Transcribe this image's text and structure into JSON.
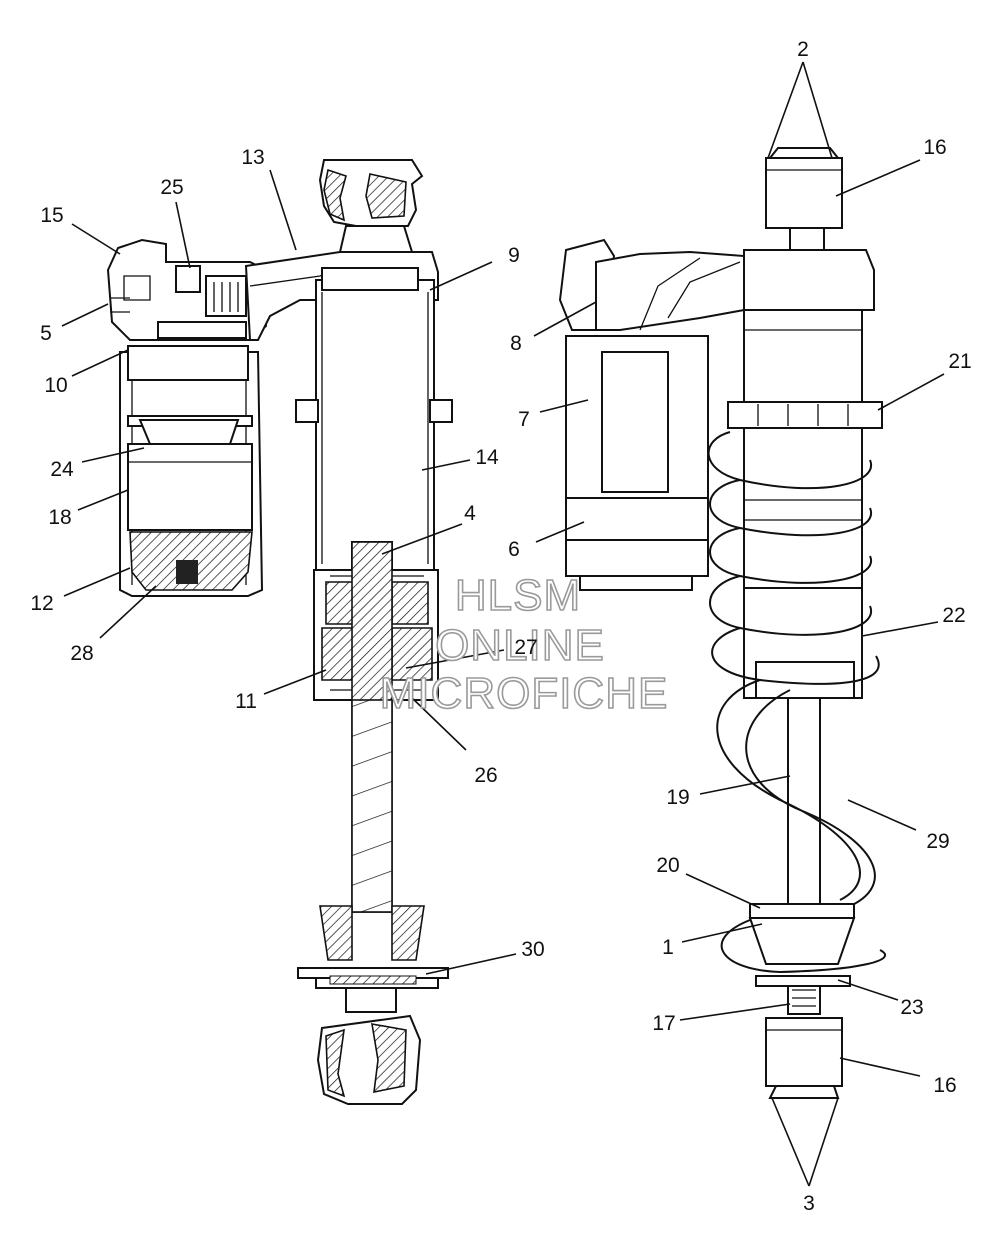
{
  "callouts": [
    "1",
    "2",
    "3",
    "4",
    "5",
    "6",
    "7",
    "8",
    "9",
    "10",
    "11",
    "12",
    "13",
    "14",
    "15",
    "16",
    "16",
    "17",
    "18",
    "19",
    "20",
    "21",
    "22",
    "23",
    "24",
    "25",
    "26",
    "27",
    "28",
    "29",
    "30"
  ],
  "watermark": {
    "line1": "HLSM",
    "line2": "ONLINE",
    "line3": "MICROFICHE"
  }
}
